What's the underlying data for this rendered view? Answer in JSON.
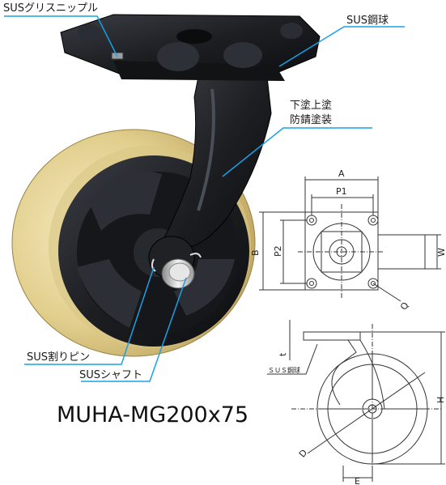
{
  "labels": {
    "grease_nipple": "SUSグリスニップル",
    "steel_ball": "SUS鋼球",
    "coating_line1": "下塗上塗",
    "coating_line2": "防錆塗装",
    "split_pin": "SUS割りピン",
    "shaft": "SUSシャフト"
  },
  "model": "MUHA-MG200x75",
  "top_view_dims": {
    "A": "A",
    "P1": "P1",
    "B": "B",
    "P2": "P2",
    "W": "W",
    "Q": "Q"
  },
  "side_view_dims": {
    "t": "t",
    "steel_ball_small": "ＳＵＳ鋼球",
    "H": "H",
    "D": "D",
    "E": "E"
  },
  "colors": {
    "callout": "#1aa0e6",
    "wheel_urethane": "#e4d39a",
    "iron": "#1c1e22"
  }
}
